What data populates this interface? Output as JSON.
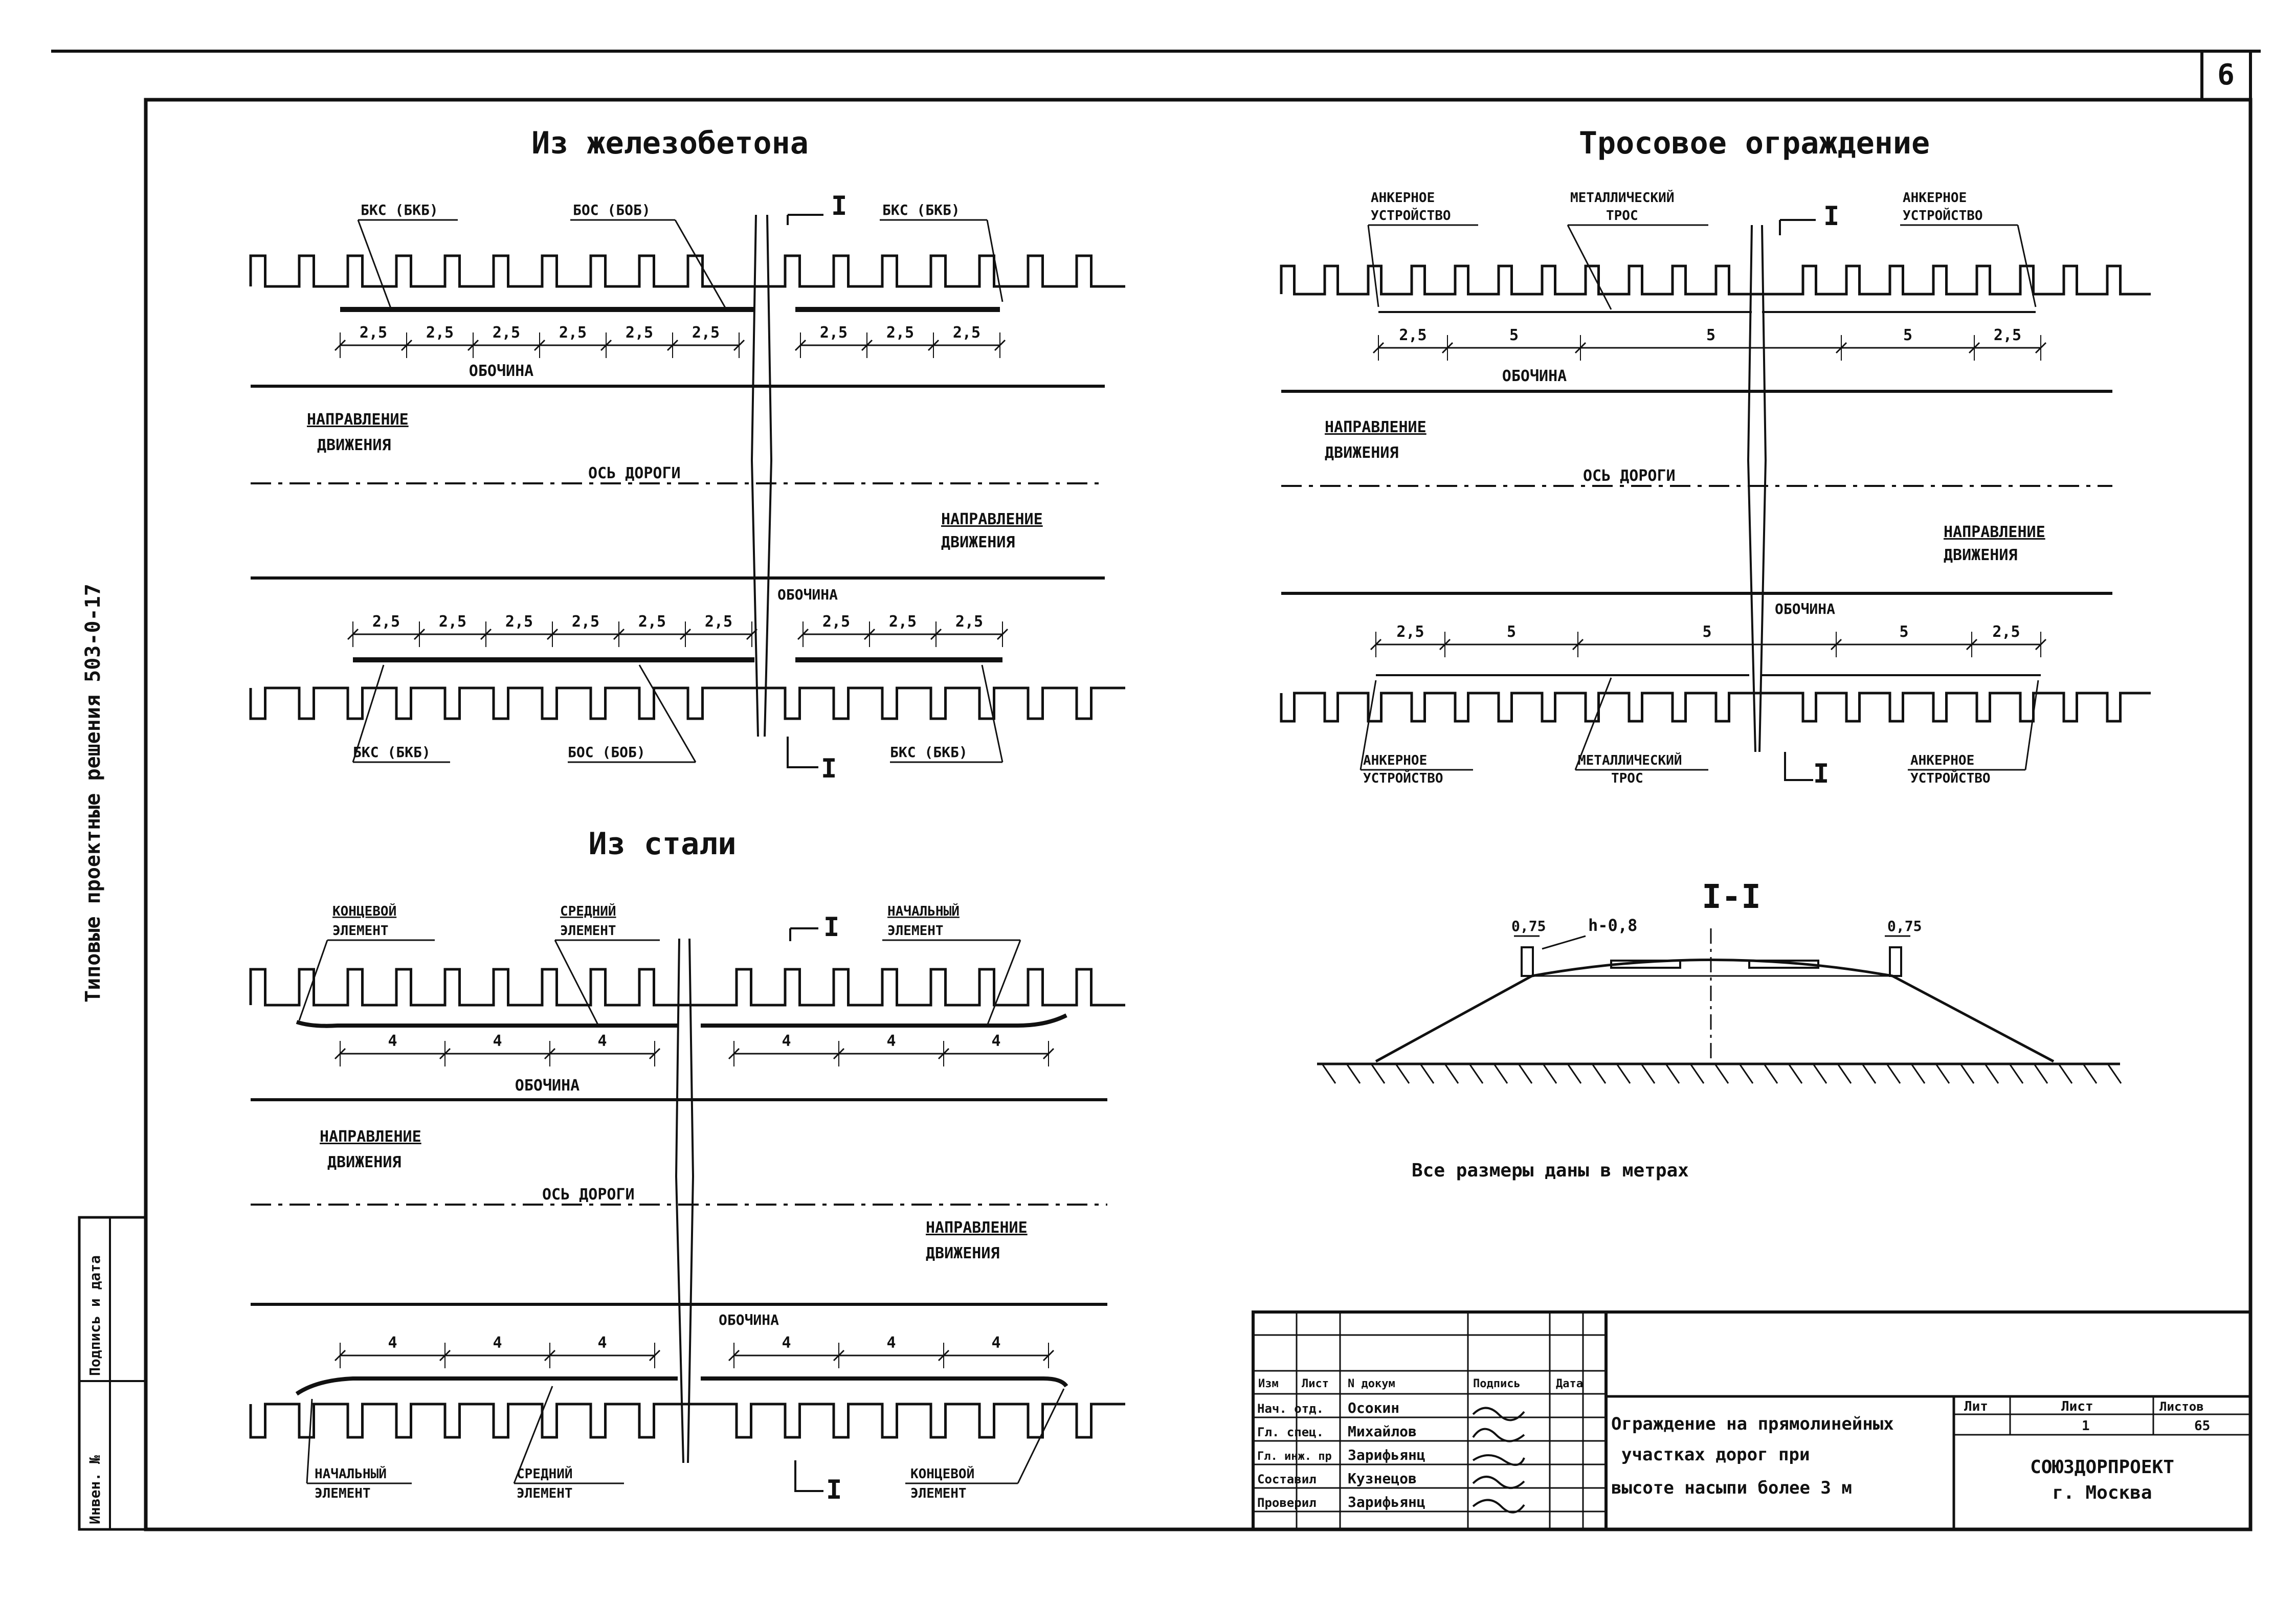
{
  "sheet": {
    "page_number": "6",
    "side_stamp": "Типовые проектные решения 503-0-17",
    "side_label_top": "Подпись и дата",
    "side_label_bottom": "Инвен. №"
  },
  "labels": {
    "bks_bkb": "БКС (БКБ)",
    "bos_bob": "БОС (БОБ)",
    "bks_bkb_right": "БКС (БКБ)",
    "shoulder": "ОБОЧИНА",
    "direction_l1": "НАПРАВЛЕНИЕ",
    "direction_l2": "ДВИЖЕНИЯ",
    "road_axis": "ОСЬ ДОРОГИ",
    "anchor_l1": "АНКЕРНОЕ",
    "anchor_l2": "УСТРОЙСТВО",
    "cable_l1": "МЕТАЛЛИЧЕСКИЙ",
    "cable_l2": "ТРОС",
    "end_el_l1": "КОНЦЕВОЙ",
    "mid_el_l1": "СРЕДНИЙ",
    "start_el_l1": "НАЧАЛЬНЫЙ",
    "element_l2": "ЭЛЕМЕНТ",
    "cut_mark": "I"
  },
  "panel_concrete": {
    "title": "Из железобетона",
    "top_spans_left": [
      "2,5",
      "2,5",
      "2,5",
      "2,5",
      "2,5",
      "2,5"
    ],
    "top_spans_right": [
      "2,5",
      "2,5",
      "2,5"
    ],
    "bottom_spans_left": [
      "2,5",
      "2,5",
      "2,5",
      "2,5",
      "2,5",
      "2,5"
    ],
    "bottom_spans_right": [
      "2,5",
      "2,5",
      "2,5"
    ]
  },
  "panel_cable": {
    "title": "Тросовое ограждение",
    "top_spans": [
      "2,5",
      "5",
      "5",
      "5",
      "2,5"
    ],
    "bottom_spans": [
      "2,5",
      "5",
      "5",
      "5",
      "2,5"
    ]
  },
  "panel_steel": {
    "title": "Из стали",
    "top_spans_left": [
      "4",
      "4",
      "4"
    ],
    "top_spans_right": [
      "4",
      "4",
      "4"
    ],
    "bottom_spans_left": [
      "4",
      "4",
      "4"
    ],
    "bottom_spans_right": [
      "4",
      "4",
      "4"
    ]
  },
  "section": {
    "title": "I-I",
    "left_dim": "0,75",
    "height_dim": "h-0,8",
    "right_dim": "0,75"
  },
  "note": "Все размеры даны в метрах",
  "title_block": {
    "headers": [
      "Изм",
      "Лист",
      "N докум",
      "Подпись",
      "Дата"
    ],
    "roles": [
      "Нач. отд.",
      "Гл. спец.",
      "Гл. инж. пр",
      "Составил",
      "Проверил"
    ],
    "names": [
      "Осокин",
      "Михайлов",
      "Зарифьянц",
      "Кузнецов",
      "Зарифьянц"
    ],
    "title_lines": [
      "Ограждение на прямолинейных",
      "участках дорог при",
      "высоте насыпи более 3 м"
    ],
    "col_stage": "Лит",
    "col_sheet": "Лист",
    "col_sheets": "Листов",
    "sheet_value": "1",
    "sheets_value": "65",
    "org_l1": "СОЮЗДОРПРОЕКТ",
    "org_l2": "г. Москва"
  }
}
